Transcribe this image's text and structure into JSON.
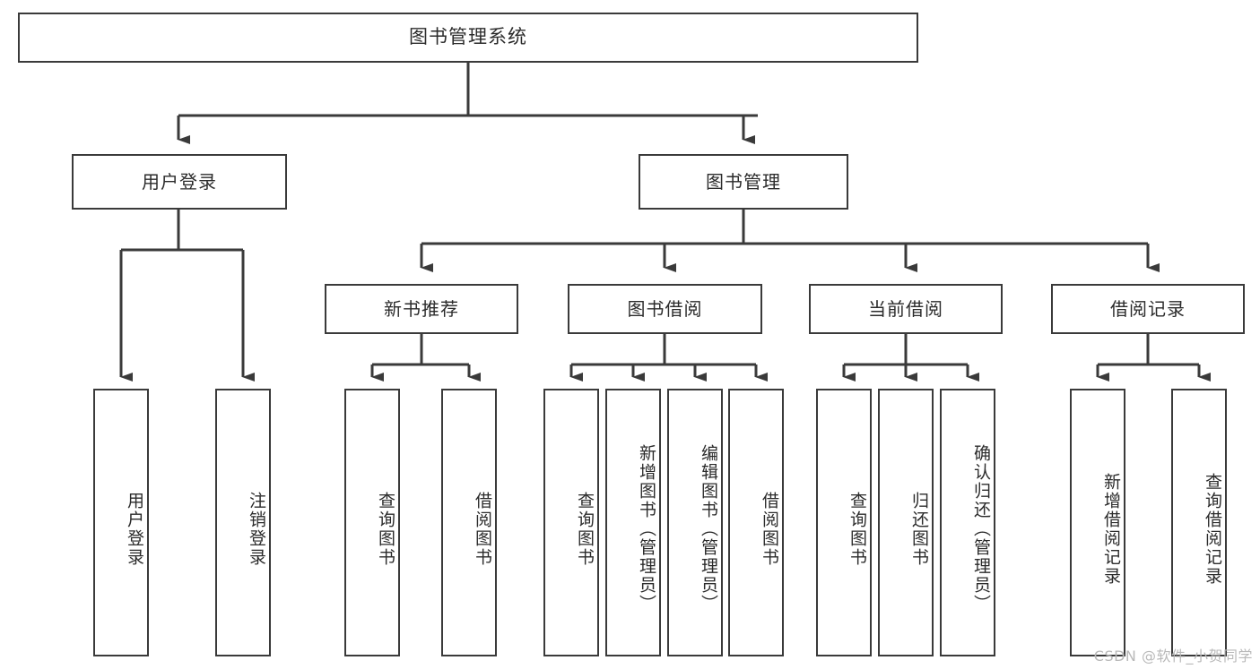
{
  "diagram": {
    "title": "图书管理系统",
    "type": "tree-hierarchy",
    "watermark": "CSDN @软件_小贺同学",
    "colors": {
      "stroke": "#3a3a3a",
      "text": "#2b2b2b",
      "background": "#ffffff",
      "watermark": "#b9b9b9"
    }
  },
  "nodes": {
    "root": {
      "label": "图书管理系统"
    },
    "level1": [
      {
        "id": "user-login",
        "label": "用户登录"
      },
      {
        "id": "book-manage",
        "label": "图书管理"
      }
    ],
    "level2": [
      {
        "id": "new-book-rec",
        "label": "新书推荐"
      },
      {
        "id": "book-borrow",
        "label": "图书借阅"
      },
      {
        "id": "current-borrow",
        "label": "当前借阅"
      },
      {
        "id": "borrow-record",
        "label": "借阅记录"
      }
    ],
    "leaves": {
      "user-login": [
        {
          "id": "leaf-user-login",
          "label": "用户登录"
        },
        {
          "id": "leaf-logout",
          "label": "注销登录"
        }
      ],
      "new-book-rec": [
        {
          "id": "leaf-query-book-1",
          "label": "查询图书"
        },
        {
          "id": "leaf-borrow-book-1",
          "label": "借阅图书"
        }
      ],
      "book-borrow": [
        {
          "id": "leaf-query-book-2",
          "label": "查询图书"
        },
        {
          "id": "leaf-add-book",
          "label": "新增图书（管理员）"
        },
        {
          "id": "leaf-edit-book",
          "label": "编辑图书（管理员）"
        },
        {
          "id": "leaf-borrow-book-2",
          "label": "借阅图书"
        }
      ],
      "current-borrow": [
        {
          "id": "leaf-query-book-3",
          "label": "查询图书"
        },
        {
          "id": "leaf-return-book",
          "label": "归还图书"
        },
        {
          "id": "leaf-confirm-return",
          "label": "确认归还（管理员）"
        }
      ],
      "borrow-record": [
        {
          "id": "leaf-add-record",
          "label": "新增借阅记录"
        },
        {
          "id": "leaf-query-record",
          "label": "查询借阅记录"
        }
      ]
    }
  }
}
